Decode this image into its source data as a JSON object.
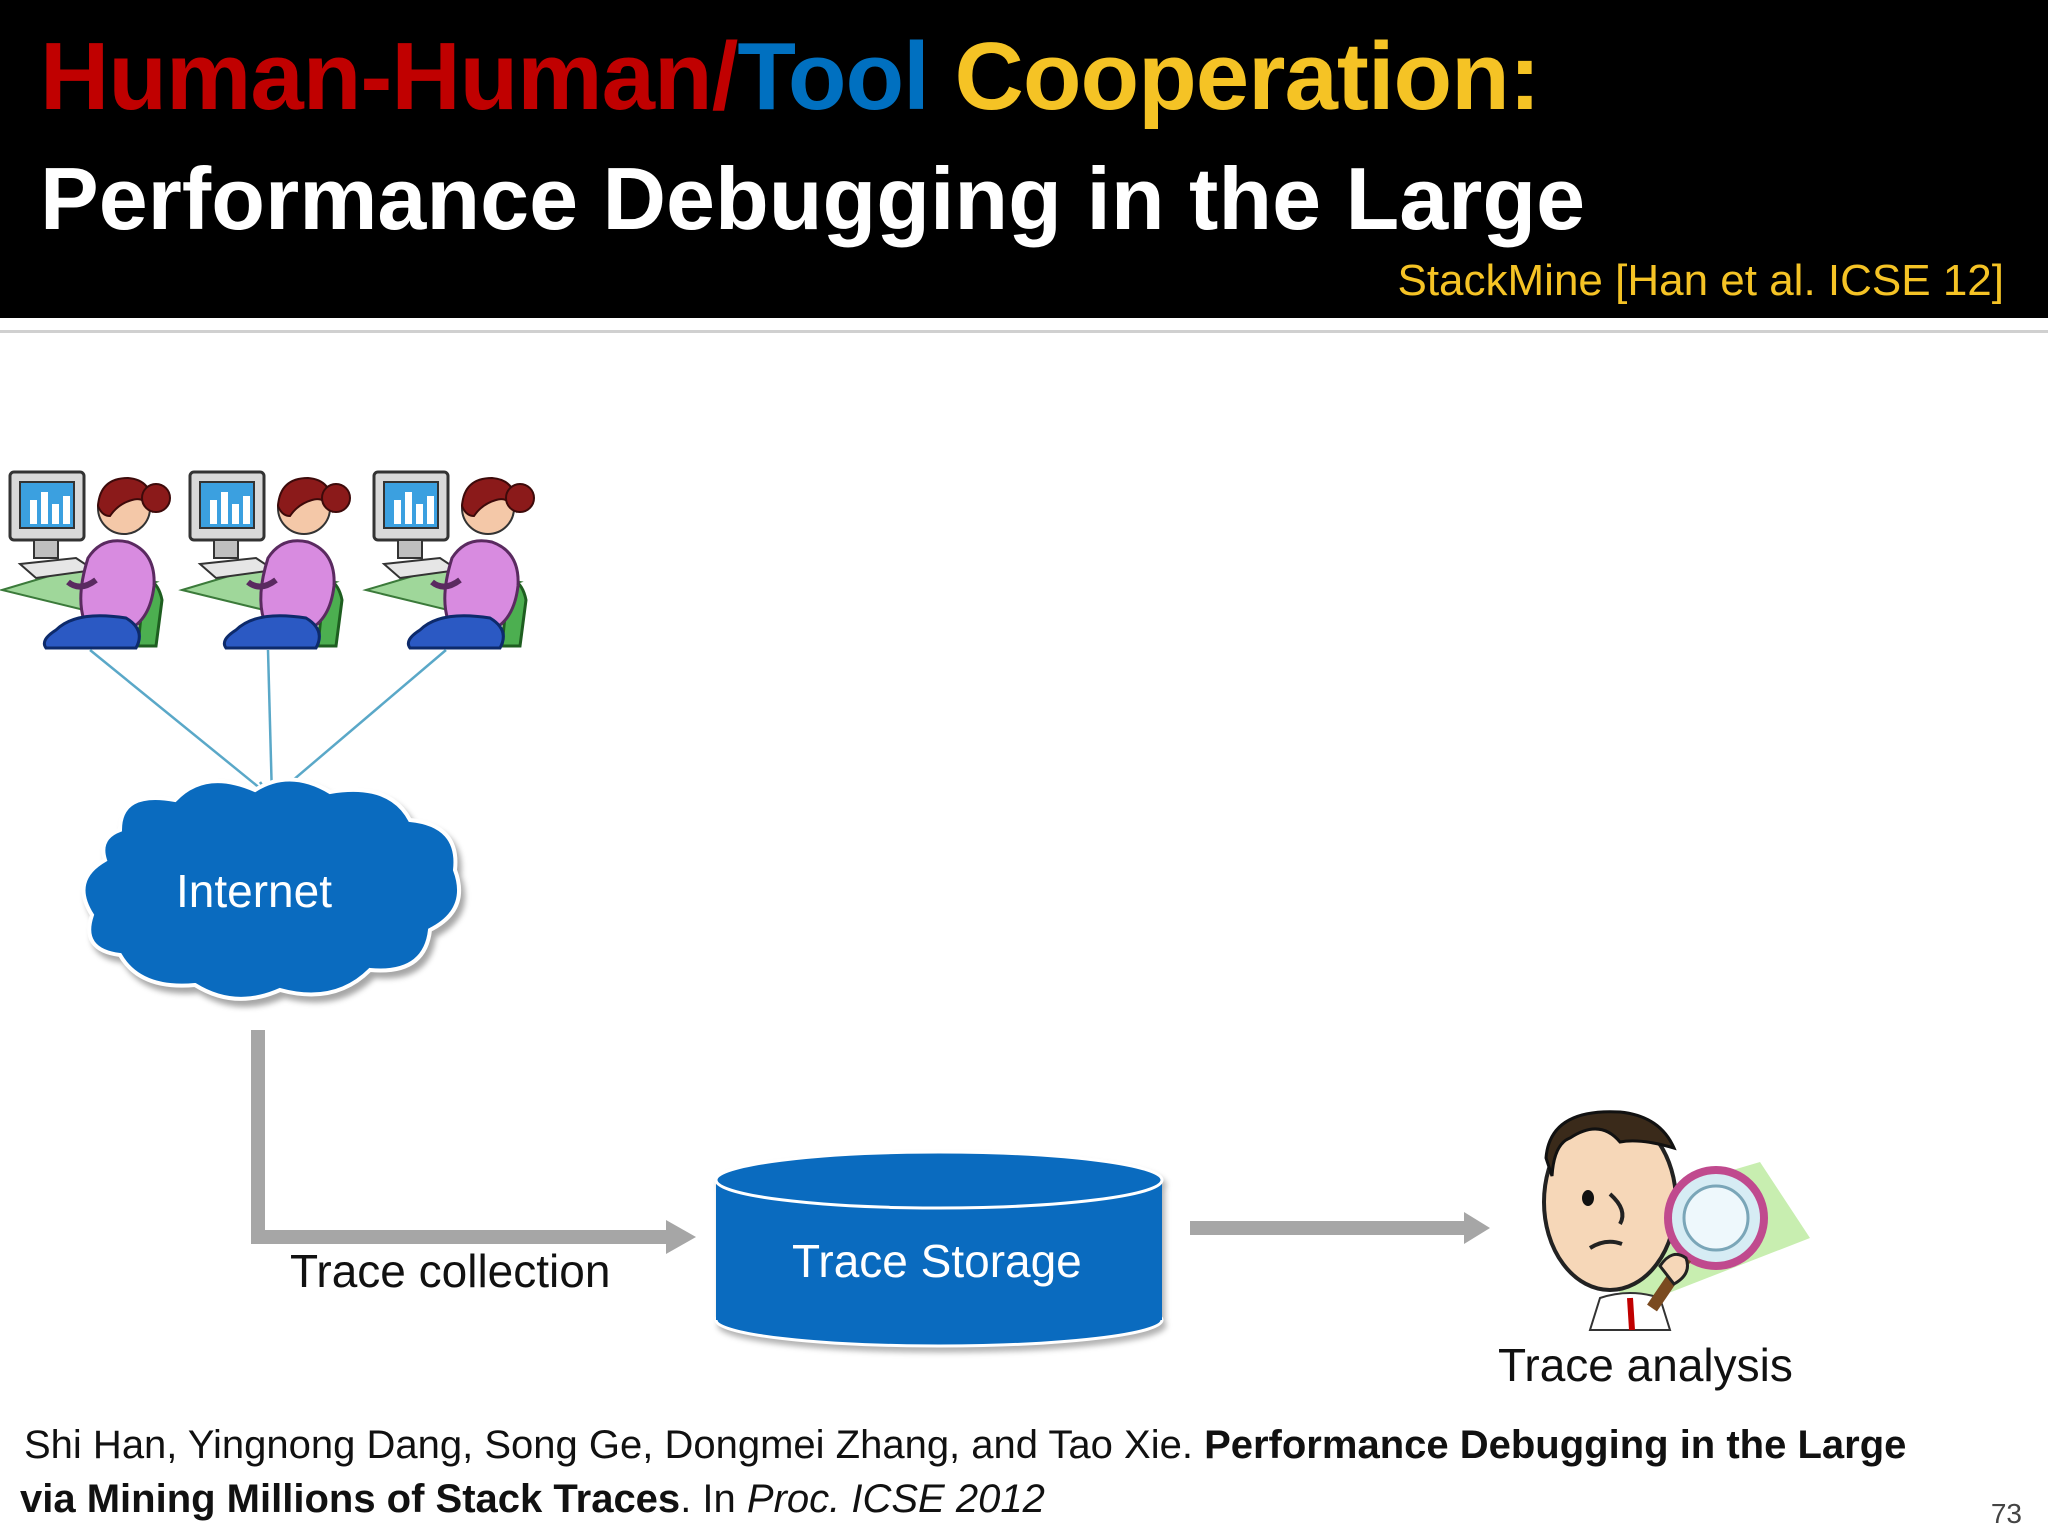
{
  "title": {
    "part1": "Human-Human",
    "part2": "/",
    "part3": "Tool",
    "part4": " Cooperation:",
    "line2": "Performance Debugging in the Large",
    "citation": "StackMine [Han et al. ICSE 12]"
  },
  "diagram": {
    "cloud_label": "Internet",
    "storage_label": "Trace Storage",
    "collection_label": "Trace collection",
    "analysis_label": "Trace analysis"
  },
  "reference": {
    "authors": "Shi Han, Yingnong Dang, Song Ge, Dongmei Zhang, and Tao Xie. ",
    "title_bold_1": "Performance Debugging in the Large",
    "title_bold_2": "via Mining Millions of Stack Traces",
    "in": ". In ",
    "venue": "Proc. ICSE 2012"
  },
  "page_number": "73",
  "colors": {
    "title_red": "#c00000",
    "title_blue": "#0070c0",
    "title_yellow": "#f5c325",
    "shape_blue": "#0a6bbf",
    "arrow_gray": "#a6a6a6",
    "connector_teal": "#5aa8c8"
  }
}
